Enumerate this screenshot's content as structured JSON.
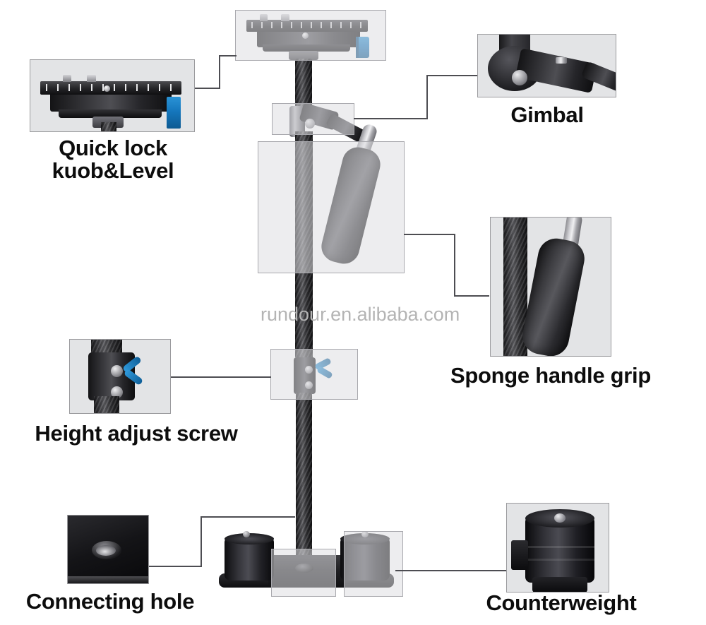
{
  "diagram": {
    "title": "Handheld camera stabilizer annotated parts diagram",
    "background_color": "#ffffff",
    "accent_blue": "#1577bd",
    "line_color": "#4d4d52",
    "frame_border_color": "#9b9b9e",
    "frame_fill_color": "#e3e4e6"
  },
  "watermark": {
    "text": "rundour.en.alibaba.com",
    "color": "#b4b4b4"
  },
  "callouts": [
    {
      "id": "quick-lock-knob-level",
      "label": "Quick lock\nkuob&Level",
      "photo_alt": "Close-up of camera quick release plate with level scale and blue locking lever",
      "position": "top-left"
    },
    {
      "id": "gimbal",
      "label": "Gimbal",
      "photo_alt": "Close-up of the three-axis gimbal joint with thumb screw",
      "position": "top-right"
    },
    {
      "id": "sponge-handle-grip",
      "label": "Sponge handle grip",
      "photo_alt": "Close-up of the foam sponge handle grip beside the carbon fiber rod",
      "position": "middle-right"
    },
    {
      "id": "height-adjust-screw",
      "label": "Height adjust screw",
      "photo_alt": "Close-up of the height adjustment clamp with two screws and a blue lever",
      "position": "middle-left"
    },
    {
      "id": "connecting-hole",
      "label": "Connecting hole",
      "photo_alt": "Close-up of the threaded connecting hole on the base plate",
      "position": "bottom-left"
    },
    {
      "id": "counterweight",
      "label": "Counterweight",
      "photo_alt": "Close-up of a cylindrical counterweight disc on the base",
      "position": "bottom-right"
    }
  ],
  "product": {
    "name": "Handheld carbon fiber camera stabilizer",
    "parts": [
      "quick release camera plate",
      "bubble level",
      "blue quick lock lever",
      "carbon fiber upper rod",
      "gimbal joint",
      "sponge handle grip",
      "height adjust screw clamp",
      "carbon fiber lower rod",
      "base plate with connecting hole",
      "left counterweight",
      "right counterweight"
    ]
  }
}
